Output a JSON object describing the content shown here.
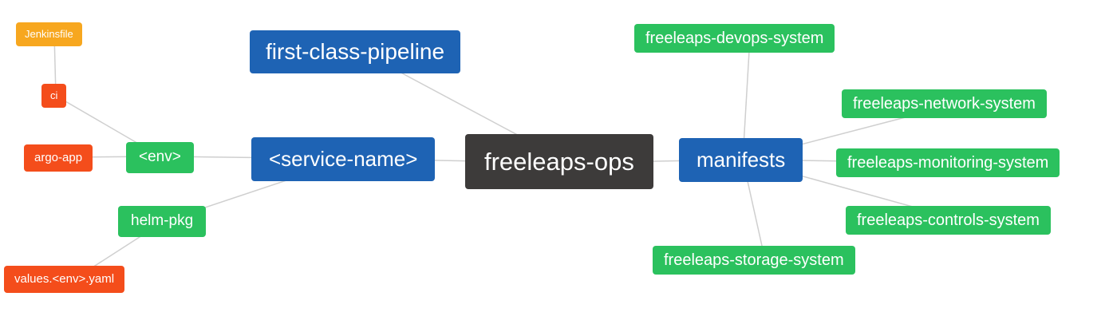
{
  "diagram": {
    "type": "mindmap",
    "root": "freeleaps-ops",
    "nodes": [
      {
        "id": "jenkinsfile",
        "label": "Jenkinsfile",
        "color_role": "orange"
      },
      {
        "id": "ci",
        "label": "ci",
        "color_role": "red"
      },
      {
        "id": "argo-app",
        "label": "argo-app",
        "color_role": "red"
      },
      {
        "id": "env",
        "label": "<env>",
        "color_role": "green"
      },
      {
        "id": "helm-pkg",
        "label": "helm-pkg",
        "color_role": "green"
      },
      {
        "id": "values-env-yaml",
        "label": "values.<env>.yaml",
        "color_role": "red"
      },
      {
        "id": "first-class-pipeline",
        "label": "first-class-pipeline",
        "color_role": "blue"
      },
      {
        "id": "service-name",
        "label": "<service-name>",
        "color_role": "blue"
      },
      {
        "id": "freeleaps-ops",
        "label": "freeleaps-ops",
        "color_role": "dark"
      },
      {
        "id": "manifests",
        "label": "manifests",
        "color_role": "blue"
      },
      {
        "id": "freeleaps-devops-system",
        "label": "freeleaps-devops-system",
        "color_role": "green"
      },
      {
        "id": "freeleaps-network-system",
        "label": "freeleaps-network-system",
        "color_role": "green"
      },
      {
        "id": "freeleaps-monitoring-system",
        "label": "freeleaps-monitoring-system",
        "color_role": "green"
      },
      {
        "id": "freeleaps-controls-system",
        "label": "freeleaps-controls-system",
        "color_role": "green"
      },
      {
        "id": "freeleaps-storage-system",
        "label": "freeleaps-storage-system",
        "color_role": "green"
      }
    ],
    "edges": [
      [
        "jenkinsfile",
        "ci"
      ],
      [
        "ci",
        "env"
      ],
      [
        "argo-app",
        "env"
      ],
      [
        "env",
        "service-name"
      ],
      [
        "helm-pkg",
        "service-name"
      ],
      [
        "values-env-yaml",
        "helm-pkg"
      ],
      [
        "first-class-pipeline",
        "freeleaps-ops"
      ],
      [
        "service-name",
        "freeleaps-ops"
      ],
      [
        "manifests",
        "freeleaps-ops"
      ],
      [
        "manifests",
        "freeleaps-devops-system"
      ],
      [
        "manifests",
        "freeleaps-network-system"
      ],
      [
        "manifests",
        "freeleaps-monitoring-system"
      ],
      [
        "manifests",
        "freeleaps-controls-system"
      ],
      [
        "manifests",
        "freeleaps-storage-system"
      ]
    ],
    "colors": {
      "blue": "#1e63b4",
      "green": "#2bc15e",
      "orange": "#f7a71f",
      "red": "#f44d1b",
      "dark": "#3d3b3a",
      "edge": "#cfcfcf",
      "text": "#ffffff",
      "background": "#ffffff"
    }
  }
}
